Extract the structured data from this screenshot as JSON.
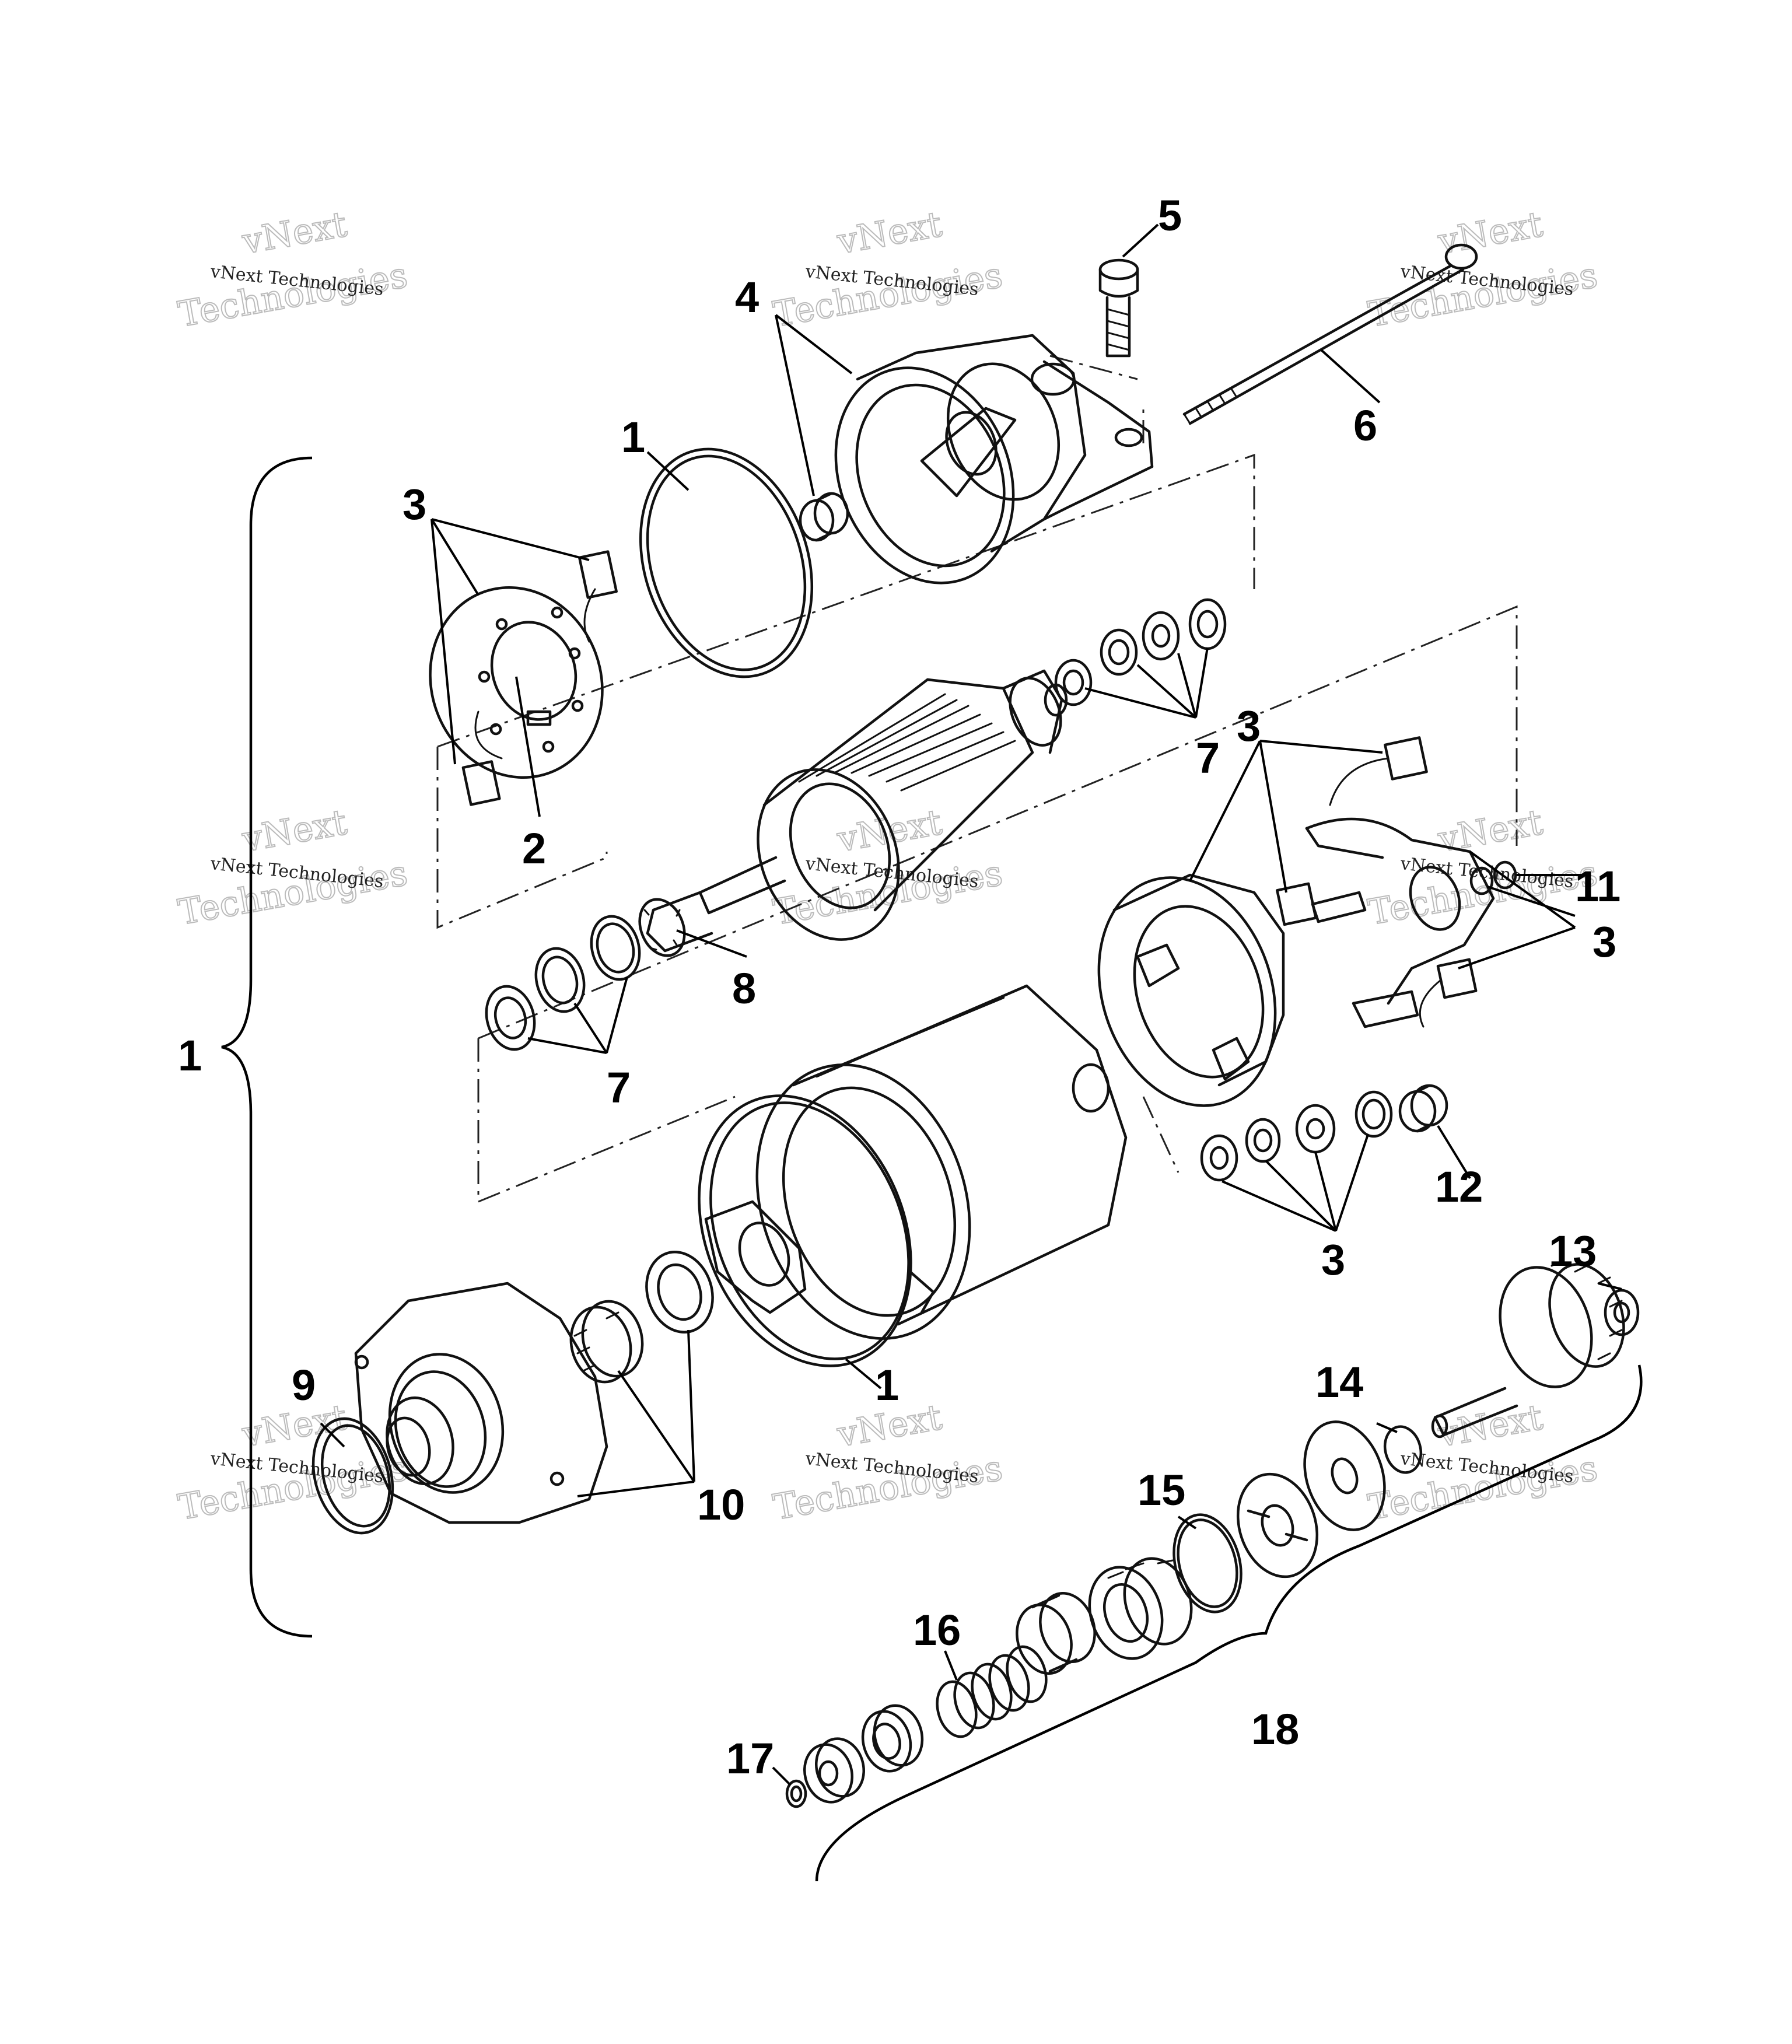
{
  "watermark": {
    "line1": "vNext Technologies",
    "line2": "vNext",
    "line3": "Technologies"
  },
  "callouts": {
    "c1a": "1",
    "c1b": "1",
    "c1c": "1",
    "c2": "2",
    "c3a": "3",
    "c3b": "3",
    "c3c": "3",
    "c3d": "3",
    "c4": "4",
    "c5": "5",
    "c6": "6",
    "c7a": "7",
    "c7b": "7",
    "c8": "8",
    "c9": "9",
    "c10": "10",
    "c11": "11",
    "c12": "12",
    "c13": "13",
    "c14": "14",
    "c15": "15",
    "c16": "16",
    "c17": "17",
    "c18": "18"
  }
}
